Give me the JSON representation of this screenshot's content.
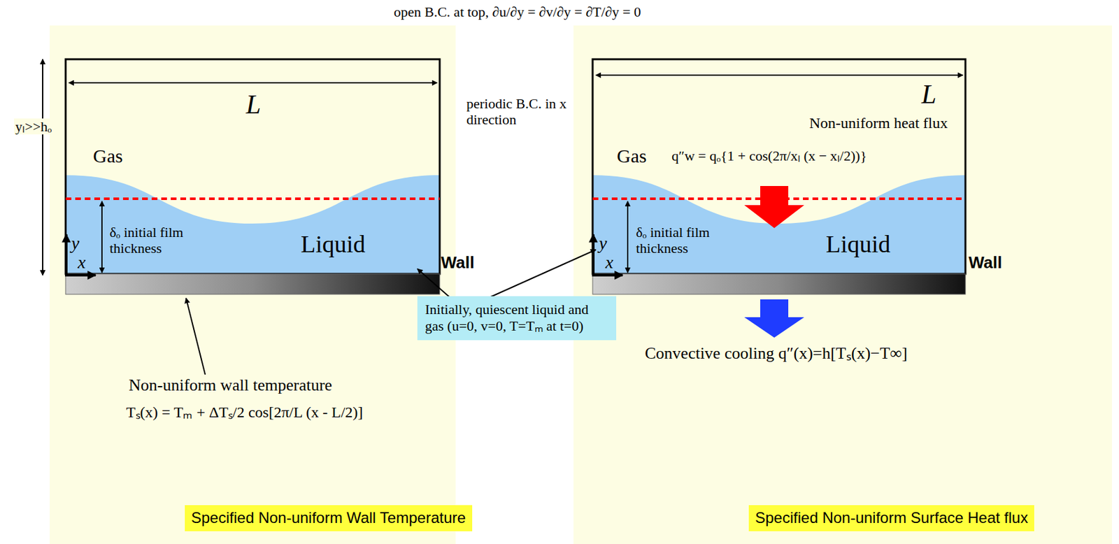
{
  "diagram": {
    "nodes": [
      {
        "text": [
          "Initially, quiescent liquid and gas (u=0, v=0, T=Tₘ at t=0)"
        ]
      },
      {
        "text": [
          "Specified Non-uniform Wall Temperature"
        ]
      },
      {
        "text": [
          "Specified Non-uniform Surface Heat flux"
        ]
      }
    ],
    "labels": [
      "open B.C. at top, ∂u/∂y = ∂v/∂y = ∂T/∂y = 0",
      "yₗ>>hₒ",
      "L",
      "Gas",
      "δₒ initial film thickness",
      "y",
      "x",
      "Liquid",
      "Wall",
      "Non-uniform wall temperature",
      "Tₛ(x) = Tₘ + ΔTₛ/2 cos[2π/L (x - L/2)]",
      "periodic B.C. in x direction",
      "L",
      "Non-uniform heat flux",
      "Gas",
      "q″w = qₒ{1 + cos(2π/xₗ (x − xₗ/2))}",
      "δₒ initial film thickness",
      "y",
      "x",
      "Liquid",
      "Wall",
      "Convective cooling q″(x)=h[Tₛ(x)−T∞]"
    ]
  }
}
